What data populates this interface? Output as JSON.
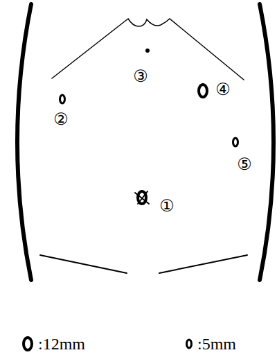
{
  "diagram": {
    "labels": [
      "①",
      "②",
      "③",
      "④",
      "⑤"
    ],
    "legend": [
      {
        "text": ":12mm"
      },
      {
        "text": ":5mm"
      }
    ]
  }
}
